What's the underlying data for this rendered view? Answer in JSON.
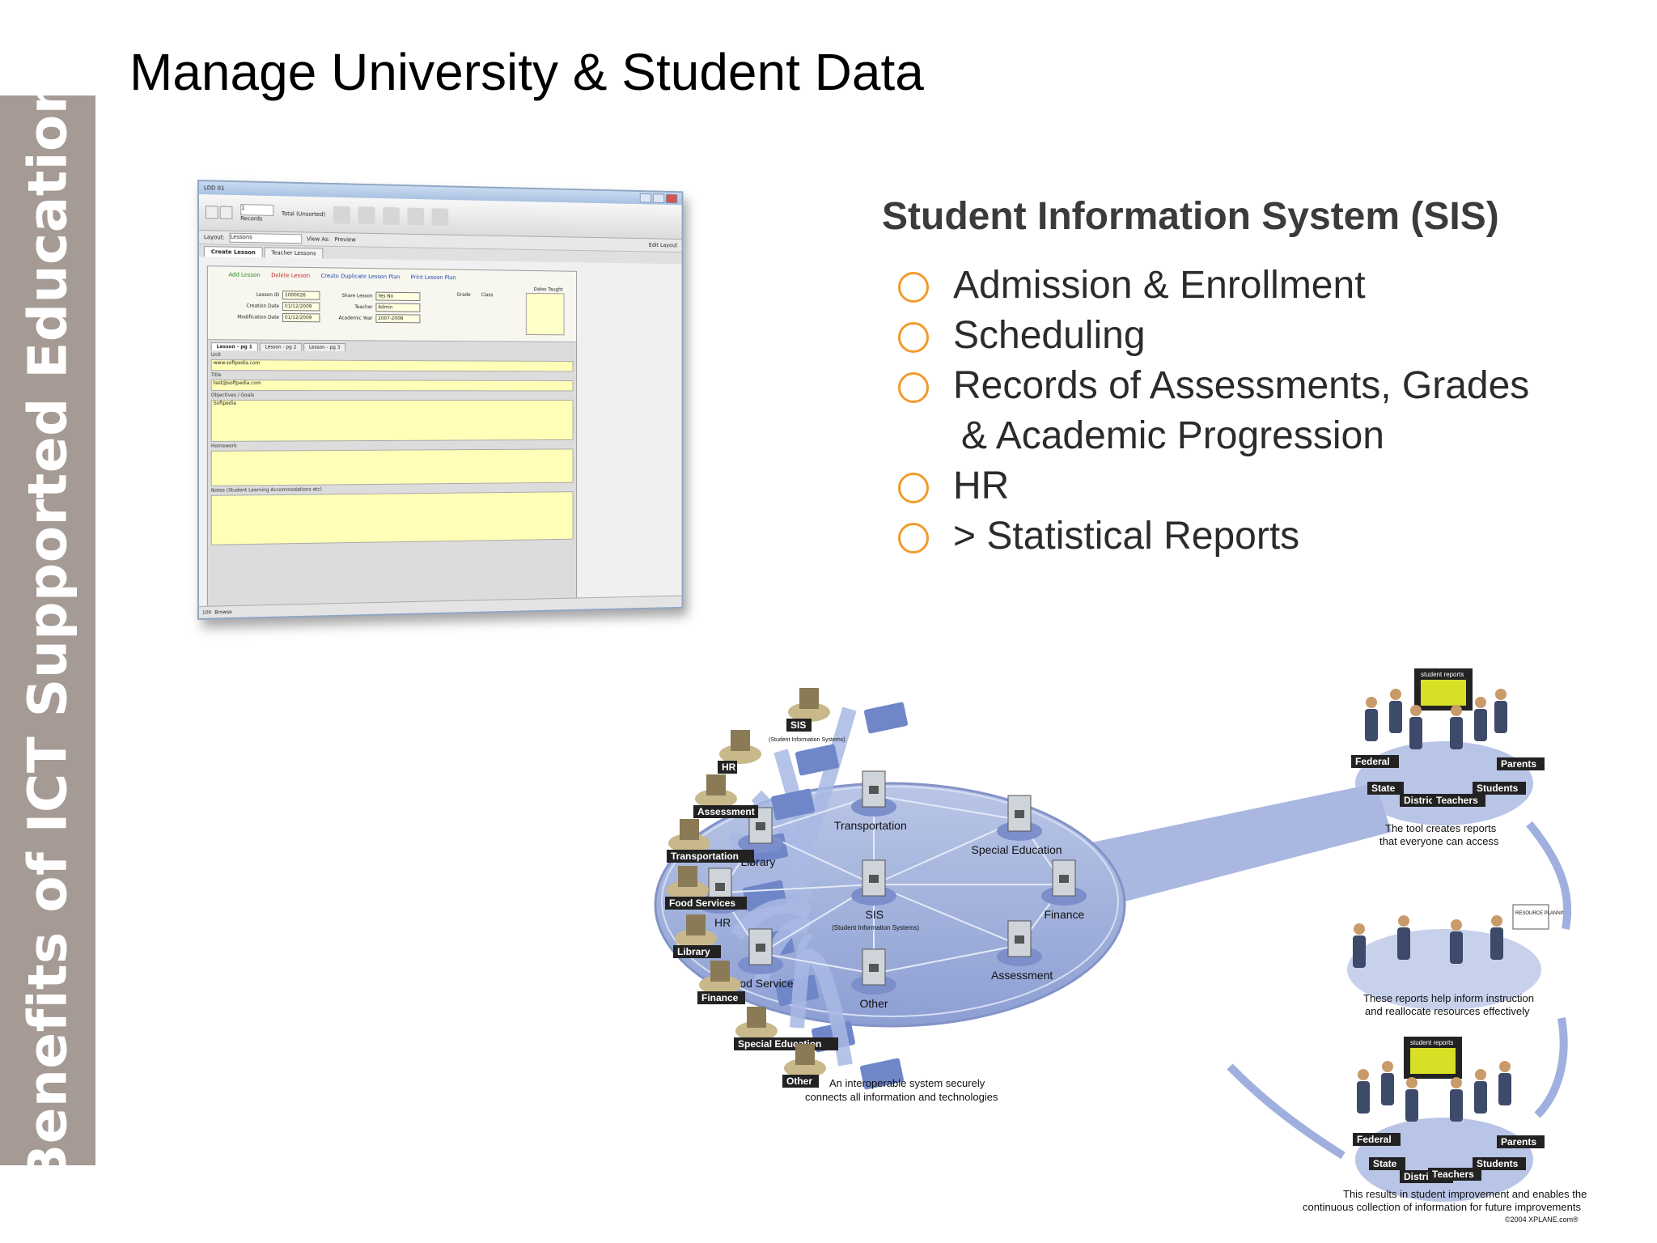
{
  "sidebar": {
    "label": "Benefits of ICT Supported Education"
  },
  "title": "Manage University & Student Data",
  "sis": {
    "heading": "Student Information System (SIS)",
    "items": [
      {
        "text": "Admission & Enrollment"
      },
      {
        "text": "Scheduling"
      },
      {
        "text": "Records of Assessments, Grades"
      },
      {
        "text": "& Academic Progression"
      },
      {
        "text": "HR"
      },
      {
        "text": "> Statistical Reports"
      }
    ]
  },
  "app": {
    "window_title": "LDD 01",
    "records_label": "Records",
    "record_value": "1",
    "total_label": "Total (Unsorted)",
    "layout_label": "Layout:",
    "layout_value": "Lessons",
    "view_as": "View As:",
    "preview": "Preview",
    "edit_layout": "Edit Layout",
    "tabs": [
      "Create Lesson",
      "Teacher Lessons"
    ],
    "actions": {
      "add": "Add Lesson",
      "delete": "Delete Lesson",
      "duplicate": "Create Duplicate Lesson Plan",
      "print": "Print Lesson Plan"
    },
    "fields": [
      {
        "label": "Lesson ID",
        "value": "1000026"
      },
      {
        "label": "Creation Date",
        "value": "01/12/2009"
      },
      {
        "label": "Modification Date",
        "value": "01/12/2009"
      }
    ],
    "fields2": [
      {
        "label": "Share Lesson",
        "value": "Yes  No"
      },
      {
        "label": "Teacher",
        "value": "Admin"
      },
      {
        "label": "Academic Year",
        "value": "2007-2008"
      }
    ],
    "grade_label": "Grade",
    "class_label": "Class",
    "dates_label": "Dates Taught",
    "page_tabs": [
      "Lesson - pg 1",
      "Lesson - pg 2",
      "Lesson - pg 3"
    ],
    "sections": [
      {
        "label": "Unit",
        "value": "www.softpedia.com"
      },
      {
        "label": "Title",
        "value": "test@softpedia.com"
      },
      {
        "label": "Objectives / Goals",
        "value": "Softpedia"
      },
      {
        "label": "Homework",
        "value": ""
      },
      {
        "label": "Notes (Student Learning Accommodations etc)",
        "value": ""
      }
    ],
    "status": {
      "zoom": "100",
      "mode": "Browse"
    }
  },
  "diagram": {
    "left_sources": [
      "SIS",
      "HR",
      "Assessment",
      "Transportation",
      "Food Services",
      "Library",
      "Finance",
      "Special Education",
      "Other"
    ],
    "sis_sub": "(Student Information Systems)",
    "hub_nodes": [
      "Library",
      "Transportation",
      "Special Education",
      "HR",
      "SIS",
      "Finance",
      "Food Service",
      "Assessment",
      "Other"
    ],
    "hub_sis_sub": "(Student Information Systems)",
    "hub_caption_1": "An interoperable system securely",
    "hub_caption_2": "connects all information and technologies",
    "report_roles_top": [
      "Federal",
      "State",
      "District",
      "Teachers",
      "Students",
      "Parents"
    ],
    "report_caption_1": "The tool creates reports",
    "report_caption_2": "that everyone can access",
    "middle_caption_1": "These reports help inform instruction",
    "middle_caption_2": "and reallocate resources effectively",
    "resource_sign": "RESOURCE PLANNING",
    "report_roles_bottom": [
      "Federal",
      "State",
      "District",
      "Teachers",
      "Students",
      "Parents"
    ],
    "bottom_caption_1": "This results in student improvement and enables the",
    "bottom_caption_2": "continuous collection of information for future improvements",
    "copyright": "©2004 XPLANE.com®",
    "monitor_label": "student reports"
  }
}
